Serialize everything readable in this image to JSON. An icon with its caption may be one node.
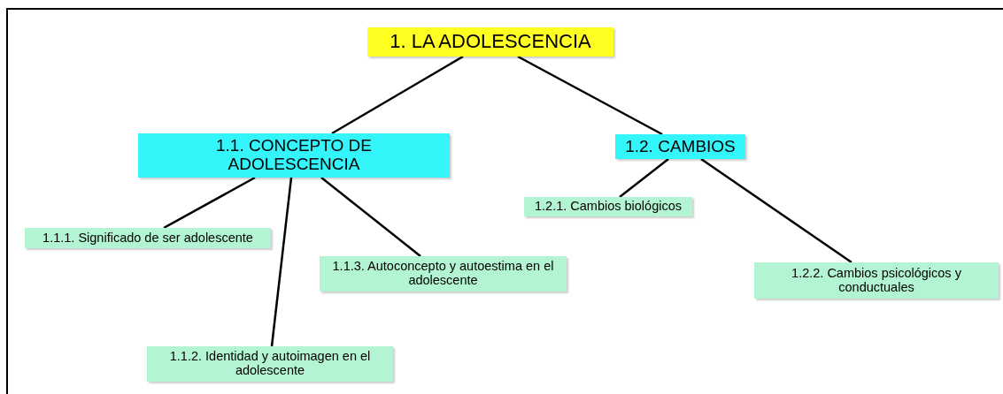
{
  "diagram": {
    "nodes": [
      {
        "text": [
          "1. LA ADOLESCENCIA"
        ]
      },
      {
        "text": [
          "1.1. CONCEPTO DE ADOLESCENCIA"
        ]
      },
      {
        "text": [
          "1.1.1. Significado de ser adolescente"
        ]
      },
      {
        "text": [
          "1.1.2. Identidad y autoimagen en el adolescente"
        ]
      },
      {
        "text": [
          "1.1.3. Autoconcepto y autoestima en el adolescente"
        ]
      },
      {
        "text": [
          "1.2. CAMBIOS"
        ]
      },
      {
        "text": [
          "1.2.1. Cambios biológicos"
        ]
      },
      {
        "text": [
          "1.2.2. Cambios psicológicos y conductuales"
        ]
      }
    ],
    "edges": [
      {
        "from": 0,
        "to": 1,
        "arrow": "none"
      },
      {
        "from": 0,
        "to": 5,
        "arrow": "none"
      },
      {
        "from": 1,
        "to": 2,
        "arrow": "none"
      },
      {
        "from": 1,
        "to": 3,
        "arrow": "none"
      },
      {
        "from": 1,
        "to": 4,
        "arrow": "none"
      },
      {
        "from": 5,
        "to": 6,
        "arrow": "none"
      },
      {
        "from": 5,
        "to": 7,
        "arrow": "none"
      }
    ]
  }
}
